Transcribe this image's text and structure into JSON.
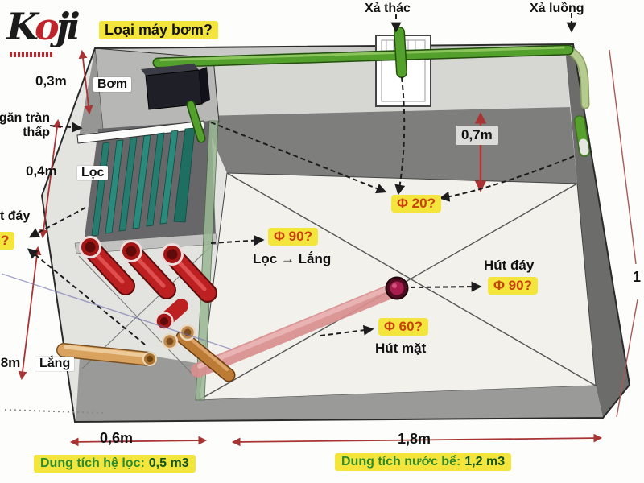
{
  "logo": {
    "k": "K",
    "o": "o",
    "ji": "ji"
  },
  "labels": {
    "pump_question": "Loại máy bơm?",
    "xa_thac": "Xả thác",
    "xa_luong": "Xả luồng",
    "bom": "Bơm",
    "ngan_tran_line1": "găn tràn",
    "ngan_tran_line2": "thấp",
    "loc": "Lọc",
    "lang": "Lắng",
    "frag_day": "t đáy",
    "frag_question": "?",
    "hut_day": "Hút đáy",
    "hut_mat": "Hút mặt",
    "loc_lang": "Lọc → Lắng"
  },
  "dimensions": {
    "d03": "0,3m",
    "d04": "0,4m",
    "d07": "0,7m",
    "d06": "0,6m",
    "d18": "1,8m",
    "frag_08": ",8m",
    "frag_right": "1"
  },
  "diameters": {
    "phi20": "Φ 20?",
    "phi90_loc": "Φ 90?",
    "phi90_hut": "Φ 90?",
    "phi60": "Φ 60?"
  },
  "volumes": {
    "loc_label": "Dung tích hệ lọc:",
    "loc_value": "0,5 m3",
    "be_label": "Dung tích nước bể:",
    "be_value": "1,2 m3"
  },
  "colors": {
    "highlight_yellow": "#f3e53b",
    "phi_text_red": "#c8410b",
    "arrow_red": "#a83434",
    "pipe_green": "#53a02c",
    "volume_green": "#2e8b2e",
    "filter_teal": "#267d6f",
    "pipe_red": "#bc2020",
    "pipe_orange": "#d9a35f"
  }
}
